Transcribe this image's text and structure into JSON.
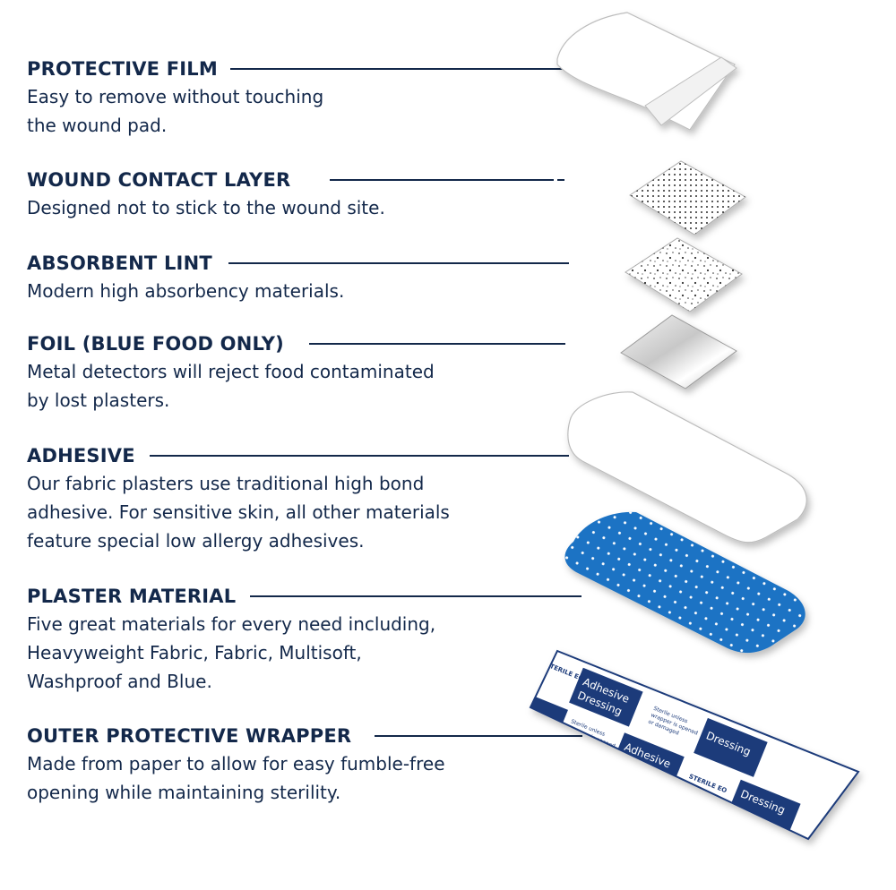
{
  "layers": [
    {
      "title": "PROTECTIVE FILM",
      "lines": [
        "Easy to remove without touching",
        "the wound pad."
      ]
    },
    {
      "title": "WOUND CONTACT LAYER",
      "lines": [
        "Designed not to stick to the wound site."
      ]
    },
    {
      "title": "ABSORBENT LINT",
      "lines": [
        "Modern high absorbency materials."
      ]
    },
    {
      "title": "FOIL (BLUE FOOD ONLY)",
      "lines": [
        "Metal detectors will reject food contaminated",
        "by lost plasters."
      ]
    },
    {
      "title": "ADHESIVE",
      "lines": [
        "Our fabric plasters use traditional high bond",
        "adhesive. For sensitive skin, all other materials",
        "feature special low allergy adhesives."
      ]
    },
    {
      "title": "PLASTER MATERIAL",
      "lines": [
        "Five great materials for every need including,",
        "Heavyweight Fabric, Fabric, Multisoft,",
        "Washproof and Blue."
      ]
    },
    {
      "title": "OUTER PROTECTIVE WRAPPER",
      "lines": [
        "Made from paper to allow for easy fumble-free",
        "opening while maintaining sterility."
      ]
    }
  ],
  "wrapper_print": {
    "brand": "Adhesive",
    "product": "Dressing",
    "sterile": "STERILE EO",
    "notice": [
      "Sterile unless",
      "wrapper is opened",
      "or damaged"
    ]
  },
  "colors": {
    "text": "#13284a",
    "wrapper": "#1b3a7a",
    "plaster": "#1f73c4"
  }
}
